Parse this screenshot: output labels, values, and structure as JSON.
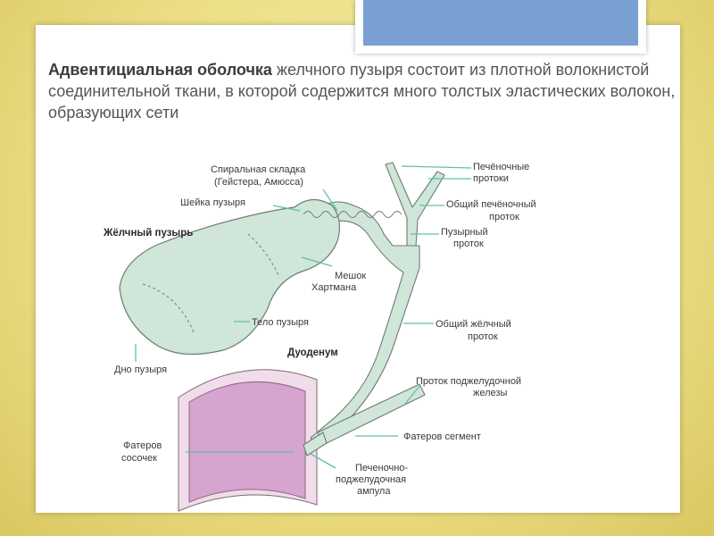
{
  "caption": {
    "term": "Адвентициальная оболочка",
    "rest": " желчного пузыря состоит из плотной волокнистой соединительной ткани, в которой содержится много толстых эластических волокон, образующих сети"
  },
  "labels": {
    "spiral_fold": [
      "Спиральная складка",
      "(Гейстера, Амюсса)"
    ],
    "neck": "Шейка пузыря",
    "gallbladder": "Жёлчный пузырь",
    "hartmann": [
      "Мешок",
      "Хартмана"
    ],
    "body": "Тело пузыря",
    "fundus": "Дно пузыря",
    "duodenum": "Дуоденум",
    "papilla": [
      "Фатеров",
      "сосочек"
    ],
    "hepatic_ducts": [
      "Печёночные",
      "протоки"
    ],
    "common_hepatic": [
      "Общий печёночный",
      "проток"
    ],
    "cystic_duct": [
      "Пузырный",
      "проток"
    ],
    "common_bile": [
      "Общий жёлчный",
      "проток"
    ],
    "pancreatic_duct": [
      "Проток поджелудочной",
      "железы"
    ],
    "vater_segment": "Фатеров сегмент",
    "ampulla": [
      "Печеночно-",
      "поджелудочная",
      "ампула"
    ]
  },
  "colors": {
    "organ_fill": "#cfe6d8",
    "organ_stroke": "#6b7d72",
    "leader": "#5fc0ae",
    "duodenum_wall": "#f1dde9",
    "duodenum_lumen": "#d7a3cf",
    "top_box": "#7a9fd3"
  }
}
